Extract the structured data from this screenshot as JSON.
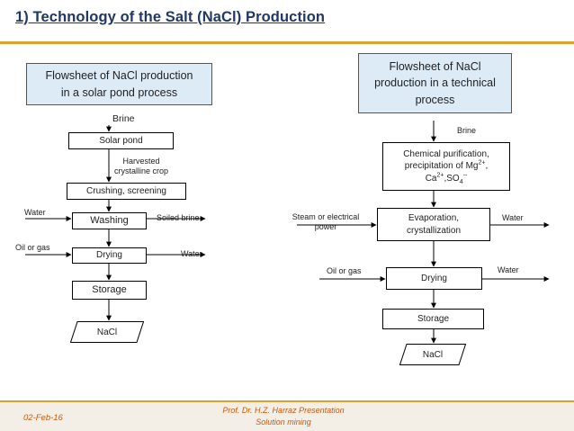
{
  "title": "1) Technology of the Salt (NaCl) Production",
  "left": {
    "heading_line1": "Flowsheet of NaCl production",
    "heading_line2": "in a solar pond process",
    "brine": "Brine",
    "solar_pond": "Solar pond",
    "harvested_line1": "Harvested",
    "harvested_line2": "crystalline crop",
    "crushing": "Crushing, screening",
    "water_in": "Water",
    "washing": "Washing",
    "soiled_brine": "Soiled brine",
    "oil_gas": "Oil or gas",
    "drying": "Drying",
    "water_out": "Water",
    "storage": "Storage",
    "product": "NaCl"
  },
  "right": {
    "heading_line1": "Flowsheet of NaCl",
    "heading_line2": "production in a technical",
    "heading_line3": "process",
    "brine": "Brine",
    "purif_line1": "Chemical purification,",
    "purif_line2_pre": "precipitation of Mg",
    "purif_line2_sup": "2+",
    "purif_line2_post": ",",
    "purif_line3_pre": "Ca",
    "purif_line3_sup": "2+",
    "purif_line3_mid": ",SO",
    "purif_line3_sub": "4",
    "purif_line3_sup2": "--",
    "steam_line1": "Steam or electrical",
    "steam_line2": "power",
    "evap_line1": "Evaporation,",
    "evap_line2": "crystallization",
    "water_evap": "Water",
    "oil_gas": "Oil or gas",
    "drying": "Drying",
    "water_dry": "Water",
    "storage": "Storage",
    "product": "NaCl"
  },
  "footer": {
    "date": "02-Feb-16",
    "author_line1": "Prof. Dr. H.Z. Harraz Presentation",
    "author_line2": "Solution mining"
  }
}
